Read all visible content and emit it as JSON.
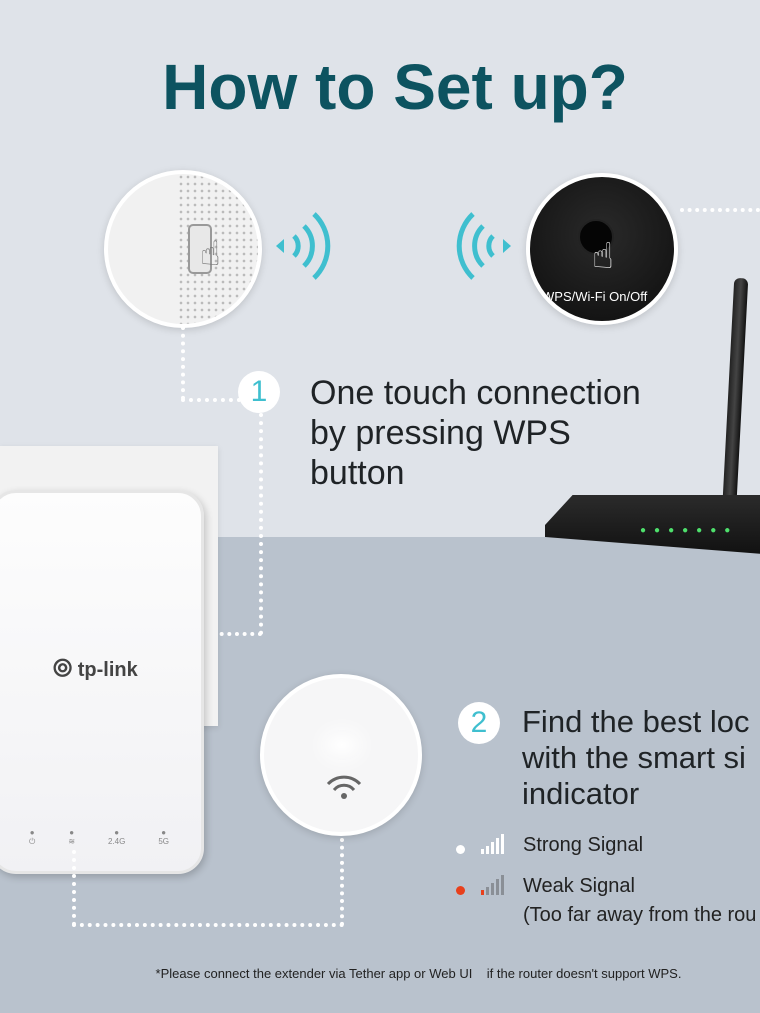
{
  "title": "How to Set up?",
  "router_label": "WPS/Wi-Fi On/Off",
  "step1": {
    "number": "1",
    "lines": [
      "One touch connection",
      "by pressing WPS",
      "button"
    ]
  },
  "step2": {
    "number": "2",
    "lines": [
      "Find the best loc",
      "with the smart si",
      "indicator"
    ]
  },
  "legend": [
    {
      "label": "Strong Signal",
      "dot_color": "#ffffff"
    },
    {
      "label": "Weak Signal",
      "note": "(Too far away from the rou",
      "dot_color": "#e8401c"
    }
  ],
  "extender": {
    "brand": "tp-link",
    "leds": [
      "power-icon",
      "wifi-icon",
      "2.4G",
      "5G"
    ]
  },
  "footnote": "*Please connect the extender via Tether app or Web UI    if the router doesn't support WPS.",
  "colors": {
    "title": "#0d5360",
    "accent": "#3fbfcf",
    "weak": "#e8401c"
  }
}
